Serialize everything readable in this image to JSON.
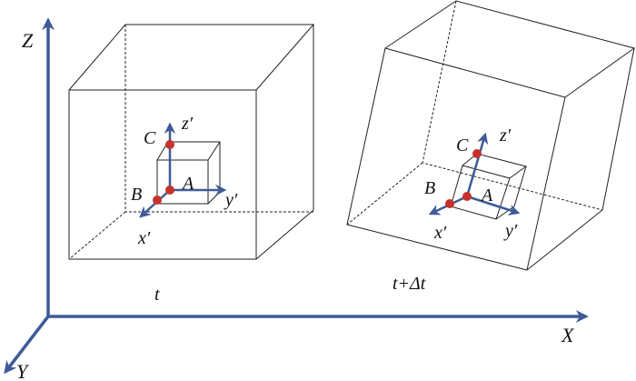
{
  "global_axes": {
    "z_label": "Z",
    "x_label": "X",
    "y_label": "Y"
  },
  "left_panel": {
    "time_label": "t",
    "points": {
      "a": "A",
      "b": "B",
      "c": "C"
    },
    "local_axes": {
      "x": "x′",
      "y": "y′",
      "z": "z′"
    }
  },
  "right_panel": {
    "time_label": "t+Δt",
    "points": {
      "a": "A",
      "b": "B",
      "c": "C"
    },
    "local_axes": {
      "x": "x′",
      "y": "y′",
      "z": "z′"
    }
  },
  "colors": {
    "axis": "#3f5a97",
    "point": "#c8302c",
    "edge": "#222222"
  }
}
